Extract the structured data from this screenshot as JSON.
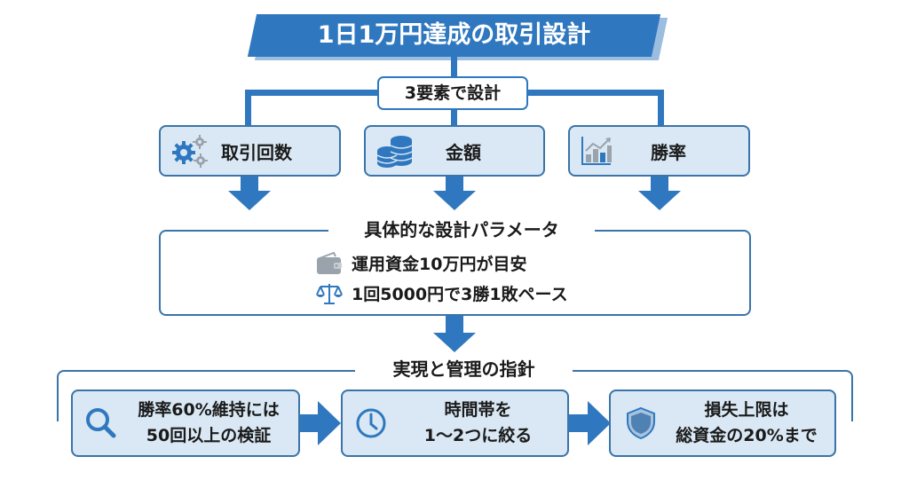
{
  "title": "1日1万円達成の取引設計",
  "hub": {
    "label": "3要素で設計"
  },
  "elements": [
    {
      "label": "取引回数",
      "icon": "gears-icon"
    },
    {
      "label": "金額",
      "icon": "coins-icon"
    },
    {
      "label": "勝率",
      "icon": "growth-chart-icon"
    }
  ],
  "parameters": {
    "title": "具体的な設計パラメータ",
    "items": [
      {
        "text": "運用資金10万円が目安",
        "icon": "wallet-icon"
      },
      {
        "text": "1回5000円で3勝1敗ペース",
        "icon": "balance-scale-icon"
      }
    ]
  },
  "guidelines": {
    "title": "実現と管理の指針",
    "items": [
      {
        "line1": "勝率60%維持には",
        "line2": "50回以上の検証",
        "icon": "magnifier-icon"
      },
      {
        "line1": "時間帯を",
        "line2": "1〜2つに絞る",
        "icon": "clock-icon"
      },
      {
        "line1": "損失上限は",
        "line2": "総資金の20%まで",
        "icon": "shield-icon"
      }
    ]
  },
  "colors": {
    "accent": "#2f78bf",
    "box_fill": "#d9e8f4",
    "box_border": "#3a74a8",
    "icon_gray": "#9aa3ab"
  }
}
